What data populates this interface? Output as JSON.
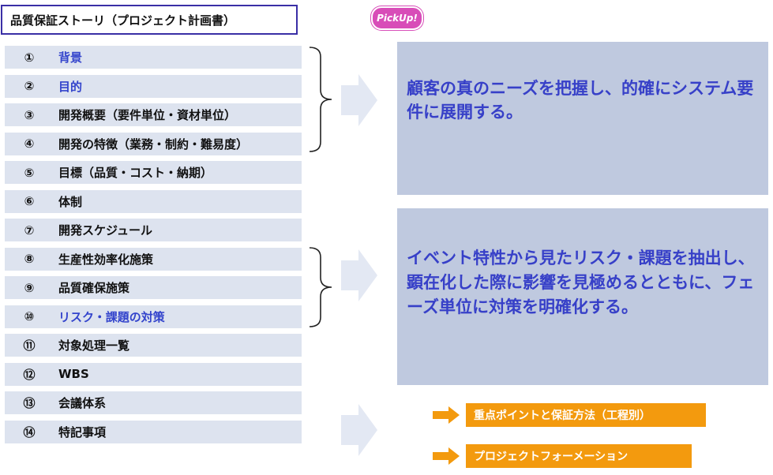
{
  "title": "品質保証ストーリ（プロジェクト計画書）",
  "badge": "PickUp!",
  "items": [
    {
      "num": "①",
      "label": "背景",
      "highlight": true
    },
    {
      "num": "②",
      "label": "目的",
      "highlight": true
    },
    {
      "num": "③",
      "label": "開発概要（要件単位・資材単位）",
      "highlight": false
    },
    {
      "num": "④",
      "label": "開発の特徴（業務・制約・難易度）",
      "highlight": false
    },
    {
      "num": "⑤",
      "label": "目標（品質・コスト・納期）",
      "highlight": false
    },
    {
      "num": "⑥",
      "label": "体制",
      "highlight": false
    },
    {
      "num": "⑦",
      "label": "開発スケジュール",
      "highlight": false
    },
    {
      "num": "⑧",
      "label": "生産性効率化施策",
      "highlight": false
    },
    {
      "num": "⑨",
      "label": "品質確保施策",
      "highlight": false
    },
    {
      "num": "⑩",
      "label": "リスク・課題の対策",
      "highlight": true
    },
    {
      "num": "⑪",
      "label": "対象処理一覧",
      "highlight": false
    },
    {
      "num": "⑫",
      "label": "WBS",
      "highlight": false
    },
    {
      "num": "⑬",
      "label": "会議体系",
      "highlight": false
    },
    {
      "num": "⑭",
      "label": "特記事項",
      "highlight": false
    }
  ],
  "panels": {
    "first": "顧客の真のニーズを把握し、的確にシステム要件に展開する。",
    "second": "イベント特性から見たリスク・課題を抽出し、顕在化した際に影響を見極めるとともに、フェーズ単位に対策を明確化する。"
  },
  "actions": {
    "primary": "重点ポイントと保証方法（工程別）",
    "secondary": "プロジェクトフォーメーション"
  },
  "colors": {
    "row_bg": "#dde3ef",
    "highlight_text": "#3344cc",
    "panel_bg": "#bfc9df",
    "panel_text": "#3740c8",
    "action_orange": "#f39a0e",
    "title_border": "#3a2fa6",
    "badge": "#d84db8"
  }
}
